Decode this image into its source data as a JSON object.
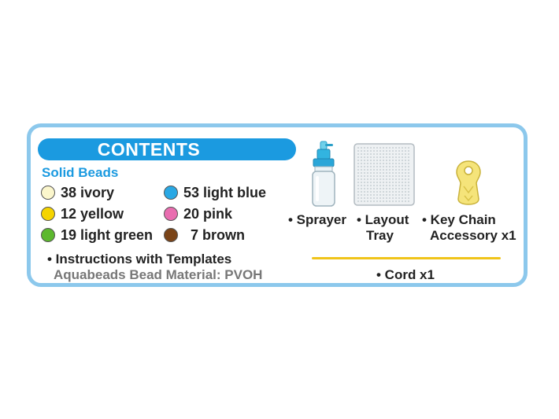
{
  "header": {
    "title": "CONTENTS"
  },
  "solid_beads": {
    "label": "Solid Beads",
    "items": [
      {
        "text": "38 ivory",
        "color": "#fbf6cc"
      },
      {
        "text": "12 yellow",
        "color": "#f5d400"
      },
      {
        "text": "19 light green",
        "color": "#5cb82e"
      },
      {
        "text": "53 light blue",
        "color": "#2aa8e4"
      },
      {
        "text": "20 pink",
        "color": "#e96db0"
      },
      {
        "text": "7 brown",
        "color": "#7a4418"
      }
    ]
  },
  "notes": {
    "instructions": "• Instructions with Templates",
    "material": "Aquabeads Bead Material: PVOH"
  },
  "items": {
    "sprayer": "• Sprayer",
    "layout_tray_line1": "• Layout",
    "layout_tray_line2": "Tray",
    "key_chain_line1": "• Key Chain",
    "key_chain_line2": "Accessory x1",
    "cord": "• Cord x1"
  },
  "colors": {
    "accent_blue": "#1b9ae0",
    "border_blue": "#8cc8ec",
    "cord_yellow": "#f0c419"
  },
  "icons": [
    "sprayer-icon",
    "layout-tray-icon",
    "key-chain-accessory-icon"
  ]
}
